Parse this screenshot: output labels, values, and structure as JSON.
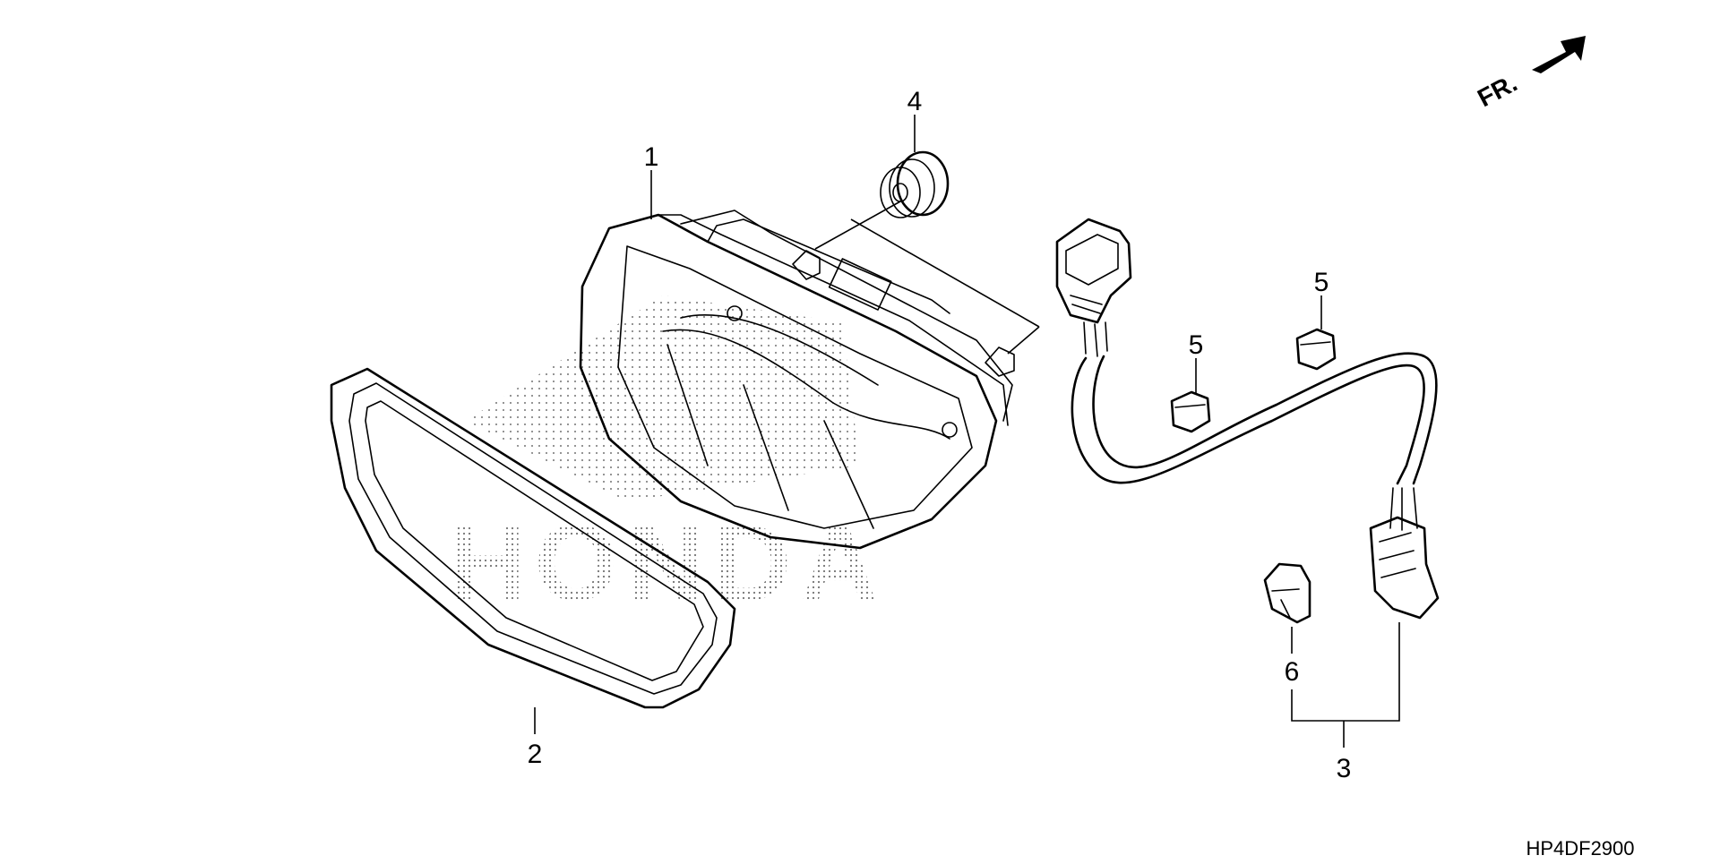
{
  "diagram": {
    "direction_label": "FR.",
    "diagram_code": "HP4DF2900",
    "watermark": "HONDA",
    "callouts": [
      "1",
      "2",
      "3",
      "4",
      "5",
      "5",
      "6"
    ],
    "parts": [
      "headlight-assembly",
      "headlight-rim",
      "headlight-harness",
      "rubber-grommet",
      "harness-clip",
      "harness-clip",
      "connector-clip"
    ]
  }
}
